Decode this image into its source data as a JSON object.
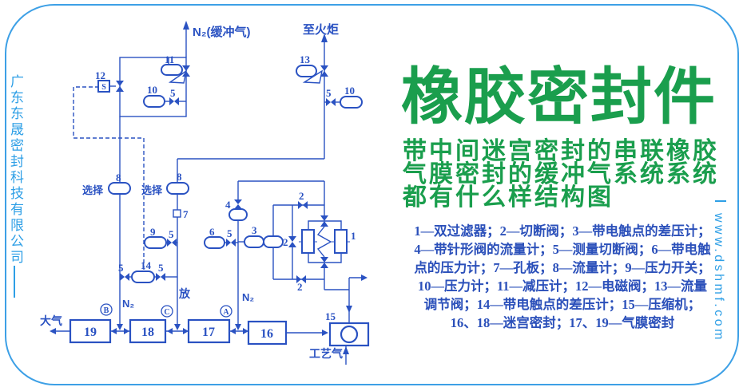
{
  "colors": {
    "accent_green": "#1a9e4d",
    "diagram_blue": "#2a52c2",
    "brand_blue": "#2e9fe6",
    "legend_blue": "#2b50ba",
    "border_blue": "#3da0e6"
  },
  "brand": {
    "company": "广东东晟密封科技有限公司",
    "website": "www.dshmf.com"
  },
  "heading": {
    "title": "橡胶密封件",
    "subtitle_lines": [
      "带中间迷宫密封的串联橡胶",
      "气膜密封的缓冲气系统系统",
      "都有什么样结构图"
    ]
  },
  "legend": {
    "lines": [
      "1—双过滤器；2—切断阀；3—带电触点的差压计；",
      "4—带针形阀的流量计；5—测量切断阀；6—带电触",
      "点的压力计；7—孔板；8—流量计；9—压力开关；",
      "10—压力计；11—减压计；12—电磁阀；13—流量",
      "调节阀；14—带电触点的差压计；15—压缩机；",
      "16、18—迷宫密封；17、19—气膜密封"
    ]
  },
  "diagram": {
    "num": {
      "1": "1",
      "2": "2",
      "3": "3",
      "4": "4",
      "5": "5",
      "6": "6",
      "7": "7",
      "8": "8",
      "9": "9",
      "10": "10",
      "11": "11",
      "12": "12",
      "13": "13",
      "14": "14",
      "15": "15",
      "16": "16",
      "17": "17",
      "18": "18",
      "19": "19"
    },
    "labels": {
      "n2_buffer": "N₂(缓冲气)",
      "to_flare": "至火炬",
      "select": "选择",
      "solenoid_s": "S",
      "n2": "N₂",
      "vent": "放",
      "atmosphere": "大气",
      "process_gas": "工艺气",
      "badge_a": "A",
      "badge_b": "B",
      "badge_c": "C"
    }
  }
}
